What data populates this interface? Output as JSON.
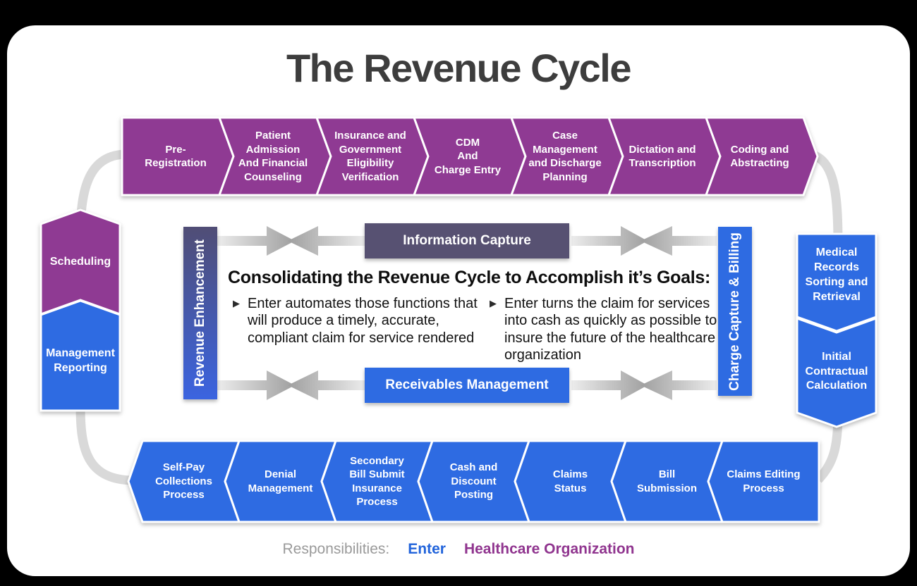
{
  "title": "The Revenue Cycle",
  "colors": {
    "purple": "#8f3a93",
    "blue": "#2e6be2",
    "slate_bar": "#575172",
    "connector_gray": "#d9d9d9",
    "arrow_gray_light": "#ececec",
    "arrow_gray_dark": "#9f9f9f",
    "title_gray": "#3d3d3d",
    "legend_gray": "#9a9a9a",
    "legend_blue": "#2264db",
    "legend_purple": "#90358f"
  },
  "top_row": {
    "items": [
      {
        "label": "Pre-\nRegistration"
      },
      {
        "label": "Patient\nAdmission\nAnd Financial\nCounseling"
      },
      {
        "label": "Insurance and\nGovernment\nEligibility\nVerification"
      },
      {
        "label": "CDM\nAnd\nCharge Entry"
      },
      {
        "label": "Case\nManagement\nand Discharge\nPlanning"
      },
      {
        "label": "Dictation and\nTranscription"
      },
      {
        "label": "Coding and\nAbstracting"
      }
    ]
  },
  "left_column": {
    "items": [
      {
        "label": "Scheduling"
      },
      {
        "label": "Management\nReporting"
      }
    ]
  },
  "right_column": {
    "items": [
      {
        "label": "Medical\nRecords\nSorting and\nRetrieval"
      },
      {
        "label": "Initial\nContractual\nCalculation"
      }
    ]
  },
  "center": {
    "vertical_left": "Revenue Enhancement",
    "vertical_right": "Charge Capture & Billing",
    "top_bar": "Information Capture",
    "bottom_bar": "Receivables Management",
    "heading": "Consolidating the Revenue Cycle to Accomplish it’s Goals:",
    "bullet_icon": "▶",
    "bullets": [
      {
        "text": "Enter automates those functions that will produce a timely, accurate, compliant claim for service rendered"
      },
      {
        "text": "Enter turns the claim for services into cash as quickly as possible to insure the future of the healthcare organization"
      }
    ]
  },
  "bottom_row": {
    "items": [
      {
        "label": "Self-Pay\nCollections\nProcess"
      },
      {
        "label": "Denial\nManagement"
      },
      {
        "label": "Secondary\nBill Submit\nInsurance\nProcess"
      },
      {
        "label": "Cash and\nDiscount\nPosting"
      },
      {
        "label": "Claims\nStatus"
      },
      {
        "label": "Bill\nSubmission"
      },
      {
        "label": "Claims Editing\nProcess"
      }
    ]
  },
  "legend": {
    "label": "Responsibilities:",
    "enter": "Enter",
    "org": "Healthcare Organization"
  }
}
